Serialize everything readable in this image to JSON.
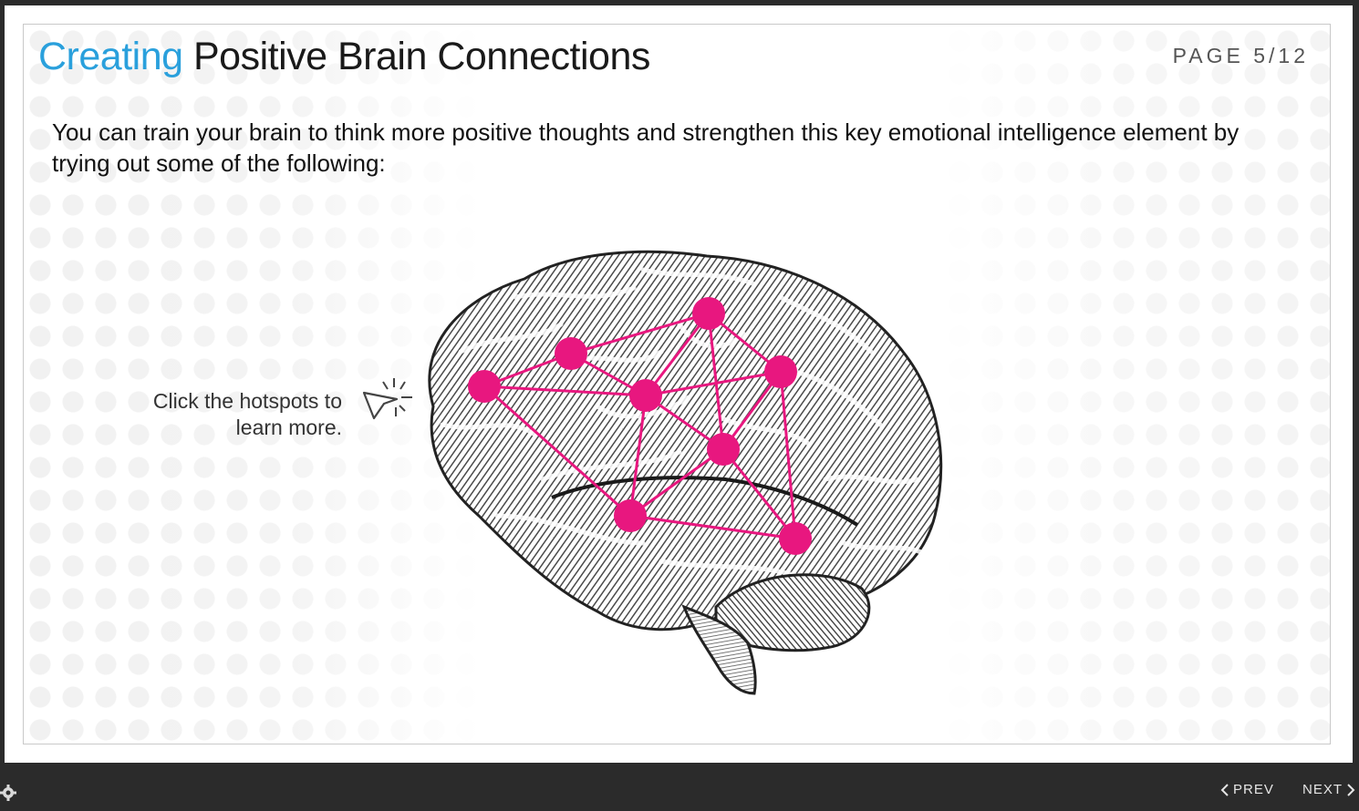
{
  "slide": {
    "title_accent": "Creating",
    "title_rest": " Positive Brain Connections",
    "page_label": "PAGE 5/12",
    "intro_text": "You can train your brain to think more positive thoughts and strengthen this key emotional intelligence element by trying out some of the following:",
    "hint_line1": "Click the hotspots to",
    "hint_line2": "learn more.",
    "hotspot_color": "#e8177f",
    "accent_color": "#2aa0dc",
    "hotspot_count": 8
  },
  "nav": {
    "prev_label": "PREV",
    "next_label": "NEXT"
  },
  "icons": {
    "settings": "gear-icon",
    "prev": "chevron-left-icon",
    "next": "chevron-right-icon",
    "cursor": "click-cursor-icon"
  }
}
